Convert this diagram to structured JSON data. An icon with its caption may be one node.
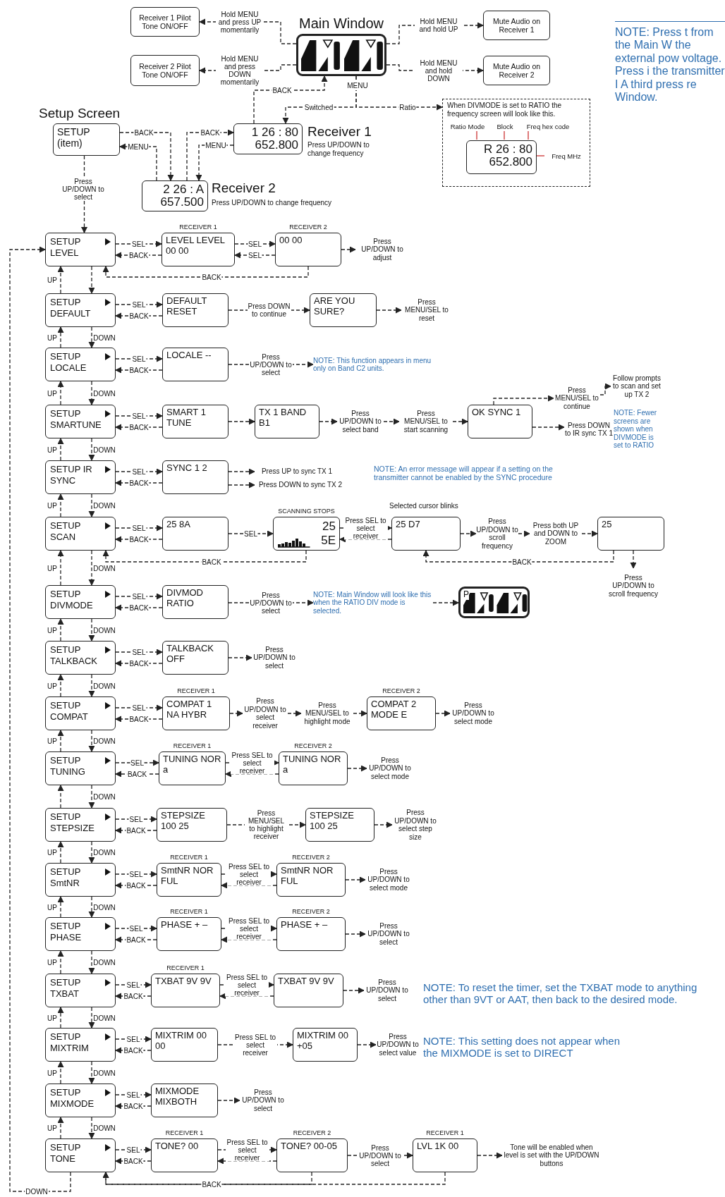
{
  "diagram": {
    "nodes": [
      {
        "text": [
          "Main Window"
        ]
      },
      {
        "text": [
          "Receiver 1 Pilot Tone ON/OFF"
        ]
      },
      {
        "text": [
          "Receiver 2 Pilot Tone ON/OFF"
        ]
      },
      {
        "text": [
          "Mute Audio on Receiver 1"
        ]
      },
      {
        "text": [
          "Mute Audio on Receiver 2"
        ]
      },
      {
        "text": [
          "1 26 : 80 652.800"
        ],
        "beside": [
          "Receiver 1",
          "Press UP/DOWN to change frequency"
        ]
      },
      {
        "text": [
          "2 26 : A 657.500"
        ],
        "beside": [
          "Receiver 2",
          "Press UP/DOWN to change frequency"
        ]
      },
      {
        "text": [
          "When DIVMODE is set to RATIO the frequency screen will look like this."
        ]
      },
      {
        "text": [
          "R 26 : 80 652.800"
        ],
        "in": 7
      },
      {
        "text": [
          "Ratio Mode"
        ],
        "in": 7
      },
      {
        "text": [
          "Block"
        ],
        "in": 7
      },
      {
        "text": [
          "Freq hex code"
        ],
        "in": 7
      },
      {
        "text": [
          "Freq MHz"
        ],
        "in": 7
      },
      {
        "text": [
          "Setup Screen",
          "SETUP (item)"
        ]
      },
      {
        "text": [
          "SETUP LEVEL"
        ]
      },
      {
        "text": [
          "RECEIVER 1",
          "LEVEL LEVEL 00 00"
        ]
      },
      {
        "text": [
          "RECEIVER 2",
          "00 00"
        ]
      },
      {
        "text": [
          "Press UP/DOWN to adjust"
        ]
      },
      {
        "text": [
          "SETUP DEFAULT"
        ]
      },
      {
        "text": [
          "DEFAULT RESET"
        ]
      },
      {
        "text": [
          "ARE YOU SURE?"
        ]
      },
      {
        "text": [
          "Press MENU/SEL to reset"
        ]
      },
      {
        "text": [
          "SETUP LOCALE"
        ]
      },
      {
        "text": [
          "LOCALE --"
        ]
      },
      {
        "text": [
          "NOTE: This function appears in menu only on Band C2 units."
        ]
      },
      {
        "text": [
          "SETUP SMARTUNE"
        ]
      },
      {
        "text": [
          "SMART 1 TUNE"
        ]
      },
      {
        "text": [
          "TX 1 BAND B1"
        ]
      },
      {
        "text": [
          "Press UP/DOWN to select band"
        ]
      },
      {
        "text": [
          "Press MENU/SEL to start scanning"
        ]
      },
      {
        "text": [
          "OK SYNC 1"
        ]
      },
      {
        "text": [
          "Press MENU/SEL to continue"
        ]
      },
      {
        "text": [
          "Follow prompts to scan and set up TX 2"
        ]
      },
      {
        "text": [
          "Press DOWN to IR sync TX 1"
        ]
      },
      {
        "text": [
          "SETUP IR SYNC"
        ]
      },
      {
        "text": [
          "SYNC 1 2"
        ]
      },
      {
        "text": [
          "Press UP to sync TX 1"
        ]
      },
      {
        "text": [
          "Press DOWN to sync TX 2"
        ]
      },
      {
        "text": [
          "SETUP SCAN"
        ]
      },
      {
        "text": [
          "25 8A"
        ]
      },
      {
        "text": [
          "SCANNING STOPS",
          "25 5E"
        ]
      },
      {
        "text": [
          "25 D7"
        ],
        "beside": [
          "Selected cursor blinks"
        ]
      },
      {
        "text": [
          "Press UP/DOWN to scroll frequency"
        ]
      },
      {
        "text": [
          "Press both UP and DOWN to ZOOM"
        ]
      },
      {
        "text": [
          "25"
        ]
      },
      {
        "text": [
          "Press UP/DOWN to scroll frequency"
        ]
      },
      {
        "text": [
          "SETUP DIVMODE"
        ]
      },
      {
        "text": [
          "DIVMOD RATIO"
        ]
      },
      {
        "text": [
          "NOTE: Main Window will look like this when the RATIO DIV mode is selected."
        ]
      },
      {
        "text": [
          "P"
        ]
      },
      {
        "text": [
          "SETUP TALKBACK"
        ]
      },
      {
        "text": [
          "TALKBACK OFF"
        ]
      },
      {
        "text": [
          "Press UP/DOWN to select"
        ]
      },
      {
        "text": [
          "SETUP COMPAT"
        ]
      },
      {
        "text": [
          "RECEIVER 1",
          "COMPAT 1 NA HYBR"
        ]
      },
      {
        "text": [
          "Press UP/DOWN to select receiver"
        ]
      },
      {
        "text": [
          "Press MENU/SEL to highlight mode"
        ]
      },
      {
        "text": [
          "RECEIVER 2",
          "COMPAT 2 MODE E"
        ]
      },
      {
        "text": [
          "Press UP/DOWN to select mode"
        ]
      },
      {
        "text": [
          "SETUP TUNING"
        ]
      },
      {
        "text": [
          "RECEIVER 1",
          "TUNING NOR a"
        ]
      },
      {
        "text": [
          "RECEIVER 2",
          "TUNING NOR a"
        ]
      },
      {
        "text": [
          "Press UP/DOWN to select mode"
        ]
      },
      {
        "text": [
          "SETUP STEPSIZE"
        ]
      },
      {
        "text": [
          "STEPSIZE 100 25"
        ]
      },
      {
        "text": [
          "STEPSIZE 100 25"
        ]
      },
      {
        "text": [
          "Press UP/DOWN to select step size"
        ]
      },
      {
        "text": [
          "SETUP SmtNR"
        ]
      },
      {
        "text": [
          "RECEIVER 1",
          "SmtNR NOR FUL"
        ]
      },
      {
        "text": [
          "RECEIVER 2",
          "SmtNR NOR FUL"
        ]
      },
      {
        "text": [
          "Press UP/DOWN to select mode"
        ]
      },
      {
        "text": [
          "SETUP PHASE"
        ]
      },
      {
        "text": [
          "RECEIVER 1",
          "PHASE + –"
        ]
      },
      {
        "text": [
          "RECEIVER 2",
          "PHASE + –"
        ]
      },
      {
        "text": [
          "Press UP/DOWN to select"
        ]
      },
      {
        "text": [
          "SETUP TXBAT"
        ]
      },
      {
        "text": [
          "RECEIVER 1",
          "TXBAT 9V 9V"
        ]
      },
      {
        "text": [
          "TXBAT 9V 9V"
        ]
      },
      {
        "text": [
          "Press UP/DOWN to select"
        ]
      },
      {
        "text": [
          "SETUP MIXTRIM"
        ]
      },
      {
        "text": [
          "MIXTRIM 00 00"
        ]
      },
      {
        "text": [
          "MIXTRIM 00 +05"
        ]
      },
      {
        "text": [
          "Press UP/DOWN to select value"
        ]
      },
      {
        "text": [
          "SETUP MIXMODE"
        ]
      },
      {
        "text": [
          "MIXMODE MIXBOTH"
        ]
      },
      {
        "text": [
          "Press UP/DOWN to select"
        ]
      },
      {
        "text": [
          "SETUP TONE"
        ]
      },
      {
        "text": [
          "RECEIVER 1",
          "TONE? 00"
        ]
      },
      {
        "text": [
          "RECEIVER 2",
          "TONE? 00-05"
        ]
      },
      {
        "text": [
          "RECEIVER 1",
          "LVL 1K 00"
        ]
      },
      {
        "text": [
          "Tone will be enabled when level is set with the UP/DOWN buttons"
        ]
      }
    ],
    "edges": [
      {
        "from": 0,
        "to": 1,
        "arrow": "to",
        "label": "Hold MENU and press UP momentarily",
        "style": "dashed"
      },
      {
        "from": 0,
        "to": 2,
        "arrow": "to",
        "label": "Hold MENU and press DOWN momentarily",
        "style": "dashed"
      },
      {
        "from": 0,
        "to": 3,
        "arrow": "to",
        "label": "Hold MENU and hold UP",
        "style": "dashed"
      },
      {
        "from": 0,
        "to": 4,
        "arrow": "to",
        "label": "Hold MENU and hold DOWN",
        "style": "dashed"
      },
      {
        "from": 5,
        "to": 0,
        "arrow": "to",
        "label": "BACK",
        "style": "dashed"
      },
      {
        "from": 0,
        "to": 5,
        "arrow": "to",
        "label": "Switched",
        "style": "dashed"
      },
      {
        "from": 0,
        "to": 7,
        "arrow": "to",
        "label": "Ratio",
        "style": "dashed"
      },
      {
        "from": 5,
        "to": 6,
        "arrow": "to",
        "label": "MENU",
        "style": "dashed"
      },
      {
        "from": 6,
        "to": 13,
        "arrow": "to",
        "label": "MENU",
        "style": "dashed"
      },
      {
        "from": 13,
        "to": 6,
        "arrow": "to",
        "label": "BACK",
        "style": "dashed"
      },
      {
        "from": 6,
        "to": 5,
        "arrow": "to",
        "label": "BACK",
        "style": "dashed"
      },
      {
        "from": 9,
        "to": 8,
        "arrow": "none",
        "color": "#cc3333"
      },
      {
        "from": 10,
        "to": 8,
        "arrow": "none",
        "color": "#cc3333"
      },
      {
        "from": 11,
        "to": 8,
        "arrow": "none",
        "color": "#cc3333"
      },
      {
        "from": 12,
        "to": 8,
        "arrow": "none",
        "color": "#cc3333"
      },
      {
        "from": 13,
        "to": 14,
        "arrow": "to",
        "label": "Press UP/DOWN to select",
        "style": "dashed"
      },
      {
        "from": 14,
        "to": 15,
        "arrow": "to",
        "label": "SEL",
        "style": "dashed"
      },
      {
        "from": 15,
        "to": 14,
        "arrow": "to",
        "label": "BACK",
        "style": "dashed"
      },
      {
        "from": 15,
        "to": 16,
        "arrow": "to",
        "label": "SEL",
        "style": "dashed"
      },
      {
        "from": 16,
        "to": 15,
        "arrow": "to",
        "label": "SEL",
        "style": "dashed"
      },
      {
        "from": 16,
        "to": 17,
        "arrow": "to",
        "style": "dashed"
      },
      {
        "from": 16,
        "to": 14,
        "arrow": "to",
        "label": "BACK",
        "style": "dashed"
      },
      {
        "from": 18,
        "to": 19,
        "arrow": "to",
        "label": "SEL",
        "style": "dashed"
      },
      {
        "from": 19,
        "to": 18,
        "arrow": "to",
        "label": "BACK",
        "style": "dashed"
      },
      {
        "from": 19,
        "to": 20,
        "arrow": "to",
        "label": "Press DOWN to continue",
        "style": "dashed"
      },
      {
        "from": 20,
        "to": 21,
        "arrow": "to",
        "style": "dashed"
      },
      {
        "from": 22,
        "to": 23,
        "arrow": "to",
        "label": "SEL",
        "style": "dashed"
      },
      {
        "from": 23,
        "to": 22,
        "arrow": "to",
        "label": "BACK",
        "style": "dashed"
      },
      {
        "from": 23,
        "to": 24,
        "arrow": "to",
        "label": "Press UP/DOWN to select",
        "style": "dashed"
      },
      {
        "from": 25,
        "to": 26,
        "arrow": "to",
        "label": "SEL",
        "style": "dashed"
      },
      {
        "from": 26,
        "to": 25,
        "arrow": "to",
        "label": "BACK",
        "style": "dashed"
      },
      {
        "from": 26,
        "to": 27,
        "arrow": "to",
        "style": "dashed"
      },
      {
        "from": 27,
        "to": 28,
        "arrow": "to",
        "style": "dashed"
      },
      {
        "from": 28,
        "to": 29,
        "arrow": "to",
        "style": "dashed"
      },
      {
        "from": 29,
        "to": 30,
        "arrow": "to",
        "style": "dashed"
      },
      {
        "from": 30,
        "to": 31,
        "arrow": "to",
        "style": "dashed"
      },
      {
        "from": 31,
        "to": 32,
        "arrow": "to",
        "style": "dashed"
      },
      {
        "from": 30,
        "to": 33,
        "arrow": "to",
        "style": "dashed"
      },
      {
        "from": 34,
        "to": 35,
        "arrow": "to",
        "label": "SEL",
        "style": "dashed"
      },
      {
        "from": 35,
        "to": 34,
        "arrow": "to",
        "label": "BACK",
        "style": "dashed"
      },
      {
        "from": 35,
        "to": 36,
        "arrow": "to",
        "style": "dashed"
      },
      {
        "from": 35,
        "to": 37,
        "arrow": "to",
        "style": "dashed"
      },
      {
        "from": 38,
        "to": 39,
        "arrow": "to",
        "label": "SEL",
        "style": "dashed"
      },
      {
        "from": 39,
        "to": 38,
        "arrow": "to",
        "label": "BACK",
        "style": "dashed"
      },
      {
        "from": 39,
        "to": 40,
        "arrow": "to",
        "label": "SEL",
        "style": "dashed"
      },
      {
        "from": 40,
        "to": 41,
        "arrow": "to",
        "label": "Press SEL to select receiver",
        "style": "dashed"
      },
      {
        "from": 41,
        "to": 40,
        "arrow": "to",
        "style": "dashed"
      },
      {
        "from": 41,
        "to": 42,
        "arrow": "to",
        "style": "dashed"
      },
      {
        "from": 42,
        "to": 43,
        "arrow": "to",
        "style": "dashed"
      },
      {
        "from": 43,
        "to": 44,
        "arrow": "to",
        "style": "dashed"
      },
      {
        "from": 44,
        "to": 45,
        "arrow": "to",
        "style": "dashed"
      },
      {
        "from": 40,
        "to": 38,
        "arrow": "to",
        "label": "BACK",
        "style": "dashed"
      },
      {
        "from": 44,
        "to": 41,
        "arrow": "to",
        "label": "BACK",
        "style": "dashed"
      },
      {
        "from": 46,
        "to": 47,
        "arrow": "to",
        "label": "SEL",
        "style": "dashed"
      },
      {
        "from": 47,
        "to": 46,
        "arrow": "to",
        "label": "BACK",
        "style": "dashed"
      },
      {
        "from": 47,
        "to": 48,
        "arrow": "to",
        "label": "Press UP/DOWN to select",
        "style": "dashed"
      },
      {
        "from": 48,
        "to": 49,
        "arrow": "to",
        "style": "dashed"
      },
      {
        "from": 50,
        "to": 51,
        "arrow": "to",
        "label": "SEL",
        "style": "dashed"
      },
      {
        "from": 51,
        "to": 50,
        "arrow": "to",
        "label": "BACK",
        "style": "dashed"
      },
      {
        "from": 51,
        "to": 52,
        "arrow": "to",
        "style": "dashed"
      },
      {
        "from": 53,
        "to": 54,
        "arrow": "to",
        "label": "SEL",
        "style": "dashed"
      },
      {
        "from": 54,
        "to": 53,
        "arrow": "to",
        "label": "BACK",
        "style": "dashed"
      },
      {
        "from": 54,
        "to": 55,
        "arrow": "to",
        "style": "dashed"
      },
      {
        "from": 55,
        "to": 56,
        "arrow": "to",
        "style": "dashed"
      },
      {
        "from": 56,
        "to": 57,
        "arrow": "to",
        "style": "dashed"
      },
      {
        "from": 57,
        "to": 58,
        "arrow": "to",
        "style": "dashed"
      },
      {
        "from": 59,
        "to": 60,
        "arrow": "to",
        "label": "SEL",
        "style": "dashed"
      },
      {
        "from": 60,
        "to": 59,
        "arrow": "to",
        "label": "BACK",
        "style": "dashed"
      },
      {
        "from": 60,
        "to": 61,
        "arrow": "to",
        "label": "Press SEL to select receiver",
        "style": "dashed"
      },
      {
        "from": 61,
        "to": 60,
        "arrow": "to",
        "style": "dashed"
      },
      {
        "from": 61,
        "to": 62,
        "arrow": "to",
        "style": "dashed"
      },
      {
        "from": 63,
        "to": 64,
        "arrow": "to",
        "label": "SEL",
        "style": "dashed"
      },
      {
        "from": 64,
        "to": 63,
        "arrow": "to",
        "label": "BACK",
        "style": "dashed"
      },
      {
        "from": 64,
        "to": 65,
        "arrow": "to",
        "label": "Press MENU/SEL to highlight receiver",
        "style": "dashed"
      },
      {
        "from": 65,
        "to": 66,
        "arrow": "to",
        "style": "dashed"
      },
      {
        "from": 67,
        "to": 68,
        "arrow": "to",
        "label": "SEL",
        "style": "dashed"
      },
      {
        "from": 68,
        "to": 67,
        "arrow": "to",
        "label": "BACK",
        "style": "dashed"
      },
      {
        "from": 68,
        "to": 69,
        "arrow": "to",
        "label": "Press SEL to select receiver",
        "style": "dashed"
      },
      {
        "from": 69,
        "to": 68,
        "arrow": "to",
        "style": "dashed"
      },
      {
        "from": 69,
        "to": 70,
        "arrow": "to",
        "style": "dashed"
      },
      {
        "from": 71,
        "to": 72,
        "arrow": "to",
        "label": "SEL",
        "style": "dashed"
      },
      {
        "from": 72,
        "to": 71,
        "arrow": "to",
        "label": "BACK",
        "style": "dashed"
      },
      {
        "from": 72,
        "to": 73,
        "arrow": "to",
        "label": "Press SEL to select receiver",
        "style": "dashed"
      },
      {
        "from": 73,
        "to": 72,
        "arrow": "to",
        "style": "dashed"
      },
      {
        "from": 73,
        "to": 74,
        "arrow": "to",
        "style": "dashed"
      },
      {
        "from": 75,
        "to": 76,
        "arrow": "to",
        "label": "SEL",
        "style": "dashed"
      },
      {
        "from": 76,
        "to": 75,
        "arrow": "to",
        "label": "BACK",
        "style": "dashed"
      },
      {
        "from": 76,
        "to": 77,
        "arrow": "to",
        "label": "Press SEL to select receiver",
        "style": "dashed"
      },
      {
        "from": 77,
        "to": 76,
        "arrow": "to",
        "style": "dashed"
      },
      {
        "from": 77,
        "to": 78,
        "arrow": "to",
        "style": "dashed"
      },
      {
        "from": 79,
        "to": 80,
        "arrow": "to",
        "label": "SEL",
        "style": "dashed"
      },
      {
        "from": 80,
        "to": 79,
        "arrow": "to",
        "label": "BACK",
        "style": "dashed"
      },
      {
        "from": 80,
        "to": 81,
        "arrow": "to",
        "label": "Press SEL to select receiver",
        "style": "dashed"
      },
      {
        "from": 81,
        "to": 82,
        "arrow": "to",
        "style": "dashed"
      },
      {
        "from": 83,
        "to": 84,
        "arrow": "to",
        "label": "SEL",
        "style": "dashed"
      },
      {
        "from": 84,
        "to": 83,
        "arrow": "to",
        "label": "BACK",
        "style": "dashed"
      },
      {
        "from": 84,
        "to": 85,
        "arrow": "to",
        "style": "dashed"
      },
      {
        "from": 86,
        "to": 87,
        "arrow": "to",
        "label": "SEL",
        "style": "dashed"
      },
      {
        "from": 87,
        "to": 86,
        "arrow": "to",
        "label": "BACK",
        "style": "dashed"
      },
      {
        "from": 87,
        "to": 88,
        "arrow": "to",
        "label": "Press SEL to select receiver",
        "style": "dashed"
      },
      {
        "from": 88,
        "to": 87,
        "arrow": "to",
        "style": "dashed"
      },
      {
        "from": 88,
        "to": 89,
        "arrow": "to",
        "label": "Press UP/DOWN to select",
        "style": "dashed"
      },
      {
        "from": 89,
        "to": 90,
        "arrow": "to",
        "style": "dashed"
      },
      {
        "from": 89,
        "to": 86,
        "arrow": "to",
        "label": "BACK",
        "style": "dashed"
      },
      {
        "from": 88,
        "to": 86,
        "arrow": "to",
        "style": "dashed"
      },
      {
        "from": 14,
        "to": 18,
        "arrow": "to",
        "style": "dashed"
      },
      {
        "from": 18,
        "to": 14,
        "arrow": "to",
        "label": "UP",
        "style": "dashed"
      },
      {
        "from": 18,
        "to": 22,
        "arrow": "to",
        "label": "DOWN",
        "style": "dashed"
      },
      {
        "from": 22,
        "to": 18,
        "arrow": "to",
        "label": "UP",
        "style": "dashed"
      },
      {
        "from": 22,
        "to": 25,
        "arrow": "to",
        "label": "DOWN",
        "style": "dashed"
      },
      {
        "from": 25,
        "to": 22,
        "arrow": "to",
        "label": "UP",
        "style": "dashed"
      },
      {
        "from": 25,
        "to": 34,
        "arrow": "to",
        "label": "DOWN",
        "style": "dashed"
      },
      {
        "from": 34,
        "to": 25,
        "arrow": "to",
        "label": "UP",
        "style": "dashed"
      },
      {
        "from": 34,
        "to": 38,
        "arrow": "to",
        "label": "DOWN",
        "style": "dashed"
      },
      {
        "from": 38,
        "to": 34,
        "arrow": "to",
        "label": "UP",
        "style": "dashed"
      },
      {
        "from": 38,
        "to": 46,
        "arrow": "to",
        "label": "DOWN",
        "style": "dashed"
      },
      {
        "from": 46,
        "to": 38,
        "arrow": "to",
        "label": "UP",
        "style": "dashed"
      },
      {
        "from": 46,
        "to": 50,
        "arrow": "to",
        "label": "DOWN",
        "style": "dashed"
      },
      {
        "from": 50,
        "to": 46,
        "arrow": "to",
        "label": "UP",
        "style": "dashed"
      },
      {
        "from": 50,
        "to": 53,
        "arrow": "to",
        "label": "DOWN",
        "style": "dashed"
      },
      {
        "from": 53,
        "to": 50,
        "arrow": "to",
        "label": "UP",
        "style": "dashed"
      },
      {
        "from": 53,
        "to": 59,
        "arrow": "to",
        "label": "DOWN",
        "style": "dashed"
      },
      {
        "from": 59,
        "to": 53,
        "arrow": "to",
        "label": "UP",
        "style": "dashed"
      },
      {
        "from": 59,
        "to": 63,
        "arrow": "to",
        "label": "DOWN",
        "style": "dashed"
      },
      {
        "from": 63,
        "to": 59,
        "arrow": "to",
        "style": "dashed"
      },
      {
        "from": 63,
        "to": 67,
        "arrow": "to",
        "label": "DOWN",
        "style": "dashed"
      },
      {
        "from": 67,
        "to": 63,
        "arrow": "to",
        "label": "UP",
        "style": "dashed"
      },
      {
        "from": 67,
        "to": 71,
        "arrow": "to",
        "label": "DOWN",
        "style": "dashed"
      },
      {
        "from": 71,
        "to": 67,
        "arrow": "to",
        "label": "UP",
        "style": "dashed"
      },
      {
        "from": 71,
        "to": 75,
        "arrow": "to",
        "label": "DOWN",
        "style": "dashed"
      },
      {
        "from": 75,
        "to": 71,
        "arrow": "to",
        "label": "UP",
        "style": "dashed"
      },
      {
        "from": 75,
        "to": 79,
        "arrow": "to",
        "label": "DOWN",
        "style": "dashed"
      },
      {
        "from": 79,
        "to": 75,
        "arrow": "to",
        "label": "UP",
        "style": "dashed"
      },
      {
        "from": 79,
        "to": 83,
        "arrow": "to",
        "label": "DOWN",
        "style": "dashed"
      },
      {
        "from": 83,
        "to": 79,
        "arrow": "to",
        "label": "UP",
        "style": "dashed"
      },
      {
        "from": 83,
        "to": 86,
        "arrow": "to",
        "label": "DOWN",
        "style": "dashed"
      },
      {
        "from": 86,
        "to": 83,
        "arrow": "to",
        "label": "UP",
        "style": "dashed"
      },
      {
        "from": 86,
        "to": 14,
        "arrow": "to",
        "label": "DOWN",
        "style": "dashed"
      }
    ],
    "labels": [
      "MENU",
      "NOTE: Press t from the Main W the external pow voltage. Press i the transmitter I A third press re Window.",
      "NOTE: Fewer screens are shown when DIVMODE is set to RATIO",
      "NOTE: An error message will appear if a setting on the transmitter cannot be enabled by the SYNC procedure",
      "NOTE: To reset the timer, set the TXBAT mode to anything other than 9VT or AAT, then back to the desired mode.",
      "NOTE: This setting does not appear when the MIXMODE is set to DIRECT"
    ]
  }
}
